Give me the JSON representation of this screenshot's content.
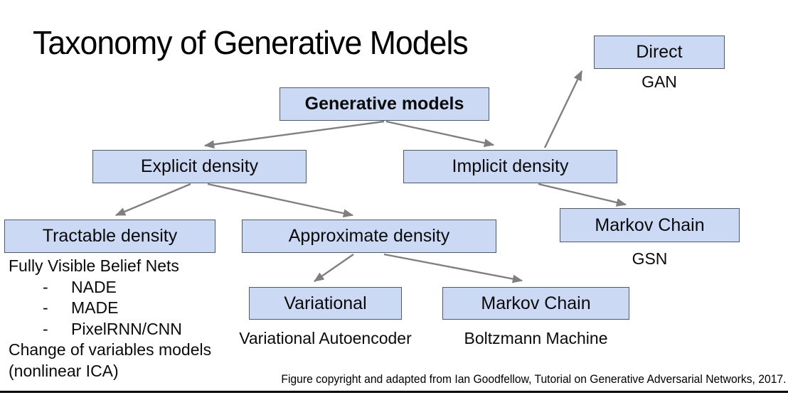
{
  "title": "Taxonomy of Generative Models",
  "nodes": {
    "generative": {
      "label": "Generative models"
    },
    "direct": {
      "label": "Direct",
      "sublabel": "GAN"
    },
    "explicit": {
      "label": "Explicit density"
    },
    "implicit": {
      "label": "Implicit density"
    },
    "tractable": {
      "label": "Tractable density"
    },
    "approximate": {
      "label": "Approximate density"
    },
    "markov_gsn": {
      "label": "Markov Chain",
      "sublabel": "GSN"
    },
    "variational": {
      "label": "Variational",
      "sublabel": "Variational Autoencoder"
    },
    "markov_boltzmann": {
      "label": "Markov Chain",
      "sublabel": "Boltzmann Machine"
    }
  },
  "tractable_notes": {
    "heading": "Fully Visible Belief Nets",
    "bullet_marker": "-",
    "bullets": [
      "NADE",
      "MADE",
      "PixelRNN/CNN"
    ],
    "tail_line1": "Change of variables models",
    "tail_line2": "(nonlinear ICA)"
  },
  "footer": "Figure copyright and adapted from Ian Goodfellow, Tutorial on Generative Adversarial Networks, 2017.",
  "colors": {
    "box_fill": "#ccd9f5",
    "box_border": "#4f5a66",
    "arrow": "#7f7f7f"
  }
}
